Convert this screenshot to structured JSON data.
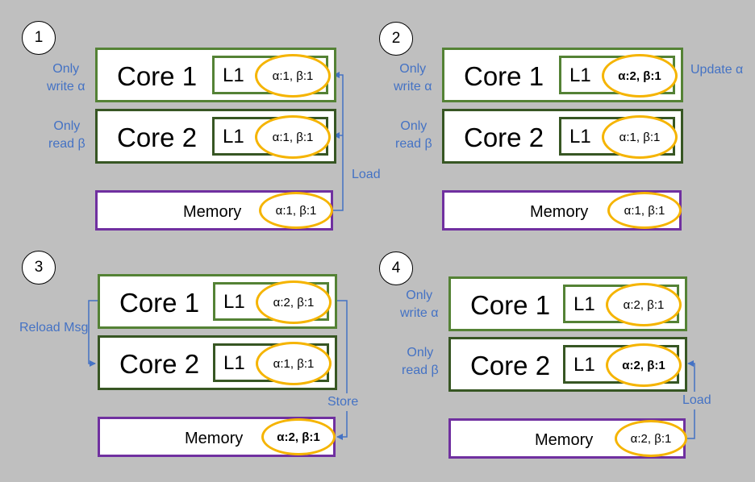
{
  "panels": [
    {
      "step": "1",
      "core1": {
        "label": "Core 1",
        "l1": "L1",
        "values": "α:1, β:1",
        "bold": false
      },
      "core2": {
        "label": "Core 2",
        "l1": "L1",
        "values": "α:1, β:1",
        "bold": false
      },
      "memory": {
        "label": "Memory",
        "values": "α:1, β:1",
        "bold": false
      },
      "notes": {
        "core1_side": "Only\nwrite α",
        "core2_side": "Only\nread β",
        "arrow": "Load"
      }
    },
    {
      "step": "2",
      "core1": {
        "label": "Core 1",
        "l1": "L1",
        "values": "α:2, β:1",
        "bold": true
      },
      "core2": {
        "label": "Core 2",
        "l1": "L1",
        "values": "α:1, β:1",
        "bold": false
      },
      "memory": {
        "label": "Memory",
        "values": "α:1, β:1",
        "bold": false
      },
      "notes": {
        "core1_side": "Only\nwrite α",
        "core2_side": "Only\nread β",
        "right": "Update α"
      }
    },
    {
      "step": "3",
      "core1": {
        "label": "Core 1",
        "l1": "L1",
        "values": "α:2, β:1",
        "bold": false
      },
      "core2": {
        "label": "Core 2",
        "l1": "L1",
        "values": "α:1, β:1",
        "bold": false
      },
      "memory": {
        "label": "Memory",
        "values": "α:2, β:1",
        "bold": true
      },
      "notes": {
        "left_arrow": "Reload Msg",
        "arrow": "Store"
      }
    },
    {
      "step": "4",
      "core1": {
        "label": "Core 1",
        "l1": "L1",
        "values": "α:2, β:1",
        "bold": false
      },
      "core2": {
        "label": "Core 2",
        "l1": "L1",
        "values": "α:2, β:1",
        "bold": true
      },
      "memory": {
        "label": "Memory",
        "values": "α:2, β:1",
        "bold": false
      },
      "notes": {
        "core1_side": "Only\nwrite α",
        "core2_side": "Only\nread β",
        "arrow": "Load"
      }
    }
  ],
  "colors": {
    "core1_border": "#548235",
    "core2_border": "#375623",
    "memory_border": "#7030a0",
    "oval": "#f5b400",
    "note_text": "#4472c4",
    "arrow": "#4472c4",
    "background": "#bfbfbf"
  }
}
